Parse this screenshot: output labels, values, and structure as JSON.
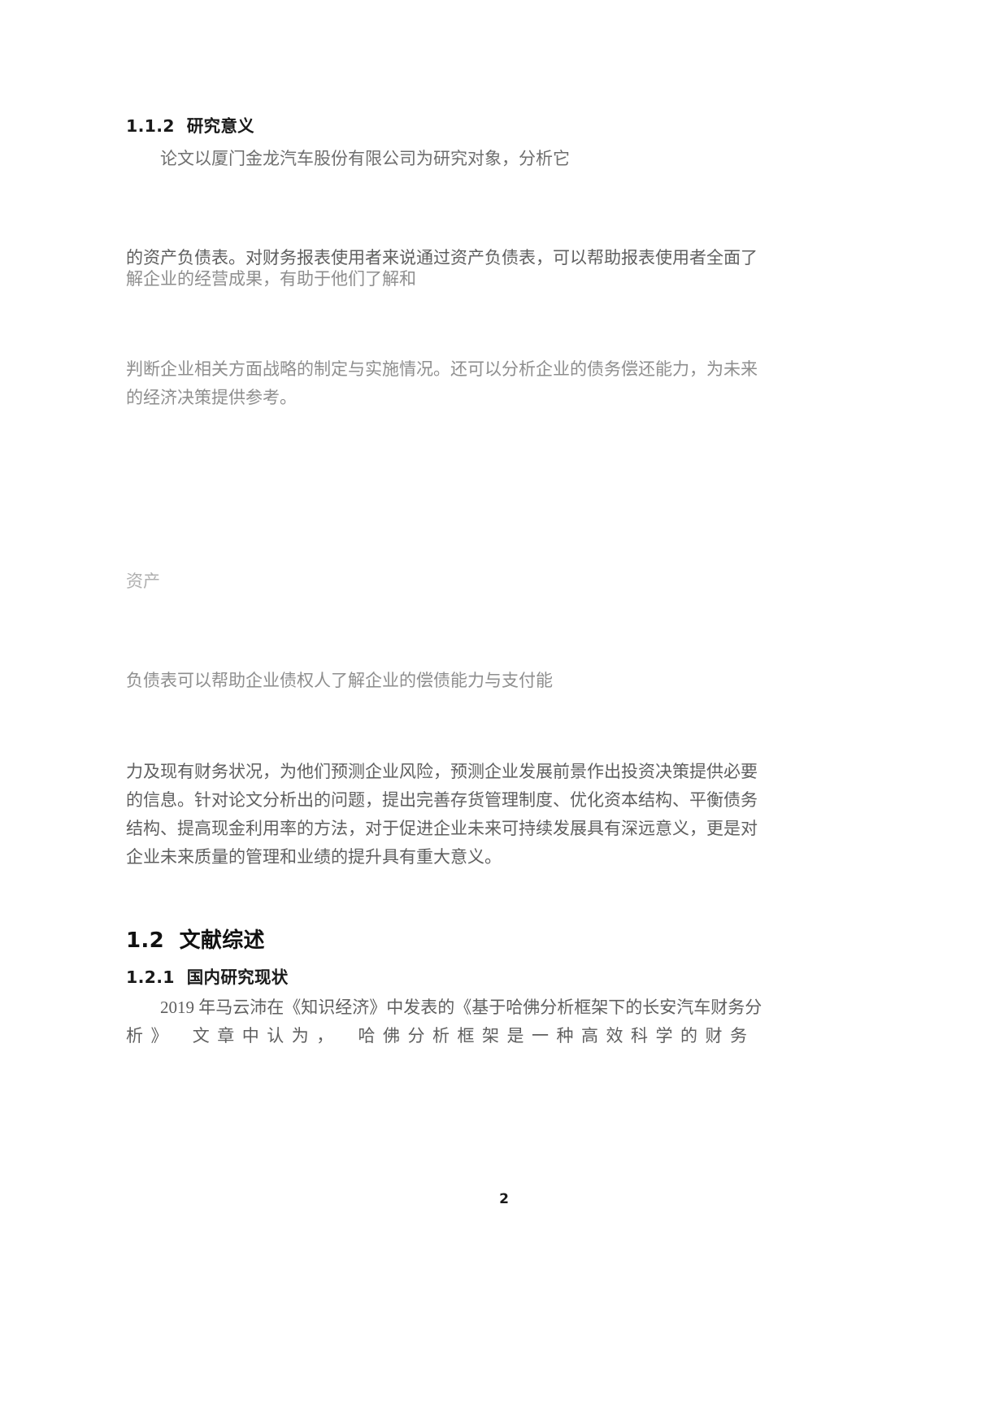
{
  "document": {
    "type": "academic-thesis-page",
    "language": "zh-CN",
    "page_number": "2"
  },
  "headings": {
    "h3_research_significance": "1.1.2  研究意义",
    "h2_literature_review": "1.2  文献综述",
    "h3_domestic_research": "1.2.1  国内研究现状"
  },
  "paragraphs": {
    "p1": "论文以厦门金龙汽车股份有限公司为研究对象，分析它",
    "p2_line1": "的资产负债表。对财务报表使用者来说通过资产负债表，可以帮助报表使用者全面了",
    "p2_line2": "解企业的经营成果，有助于他们了解和",
    "p3_line1": "判断企业相关方面战略的制定与实施情况。还可以分析企业的债务偿还能力，为未来",
    "p3_line2": "的经济决策提供参考。",
    "p4": "资产",
    "p5": "负债表可以帮助企业债权人了解企业的偿债能力与支付能",
    "p6_line1": "力及现有财务状况，为他们预测企业风险，预测企业发展前景作出投资决策提供必要",
    "p6_line2": "的信息。针对论文分析出的问题，提出完善存货管理制度、优化资本结构、平衡债务",
    "p6_line3": "结构、提高现金利用率的方法，对于促进企业未来可持续发展具有深远意义，更是对",
    "p6_line4": "企业未来质量的管理和业绩的提升具有重大意义。",
    "p7_line1": "2019 年马云沛在《知识经济》中发表的《基于哈佛分析框架下的长安汽车财务分",
    "p7_line2": "析》 文章中认为， 哈佛分析框架是一种高效科学的财务"
  },
  "colors": {
    "page_background": "#ffffff",
    "heading_text": "#1a1a1a",
    "body_text_dark": "#6e6e6e",
    "body_text_mid": "#8e8e8e",
    "body_text_light": "#a6a6a6",
    "body_text_faint": "#b0b0b0"
  }
}
